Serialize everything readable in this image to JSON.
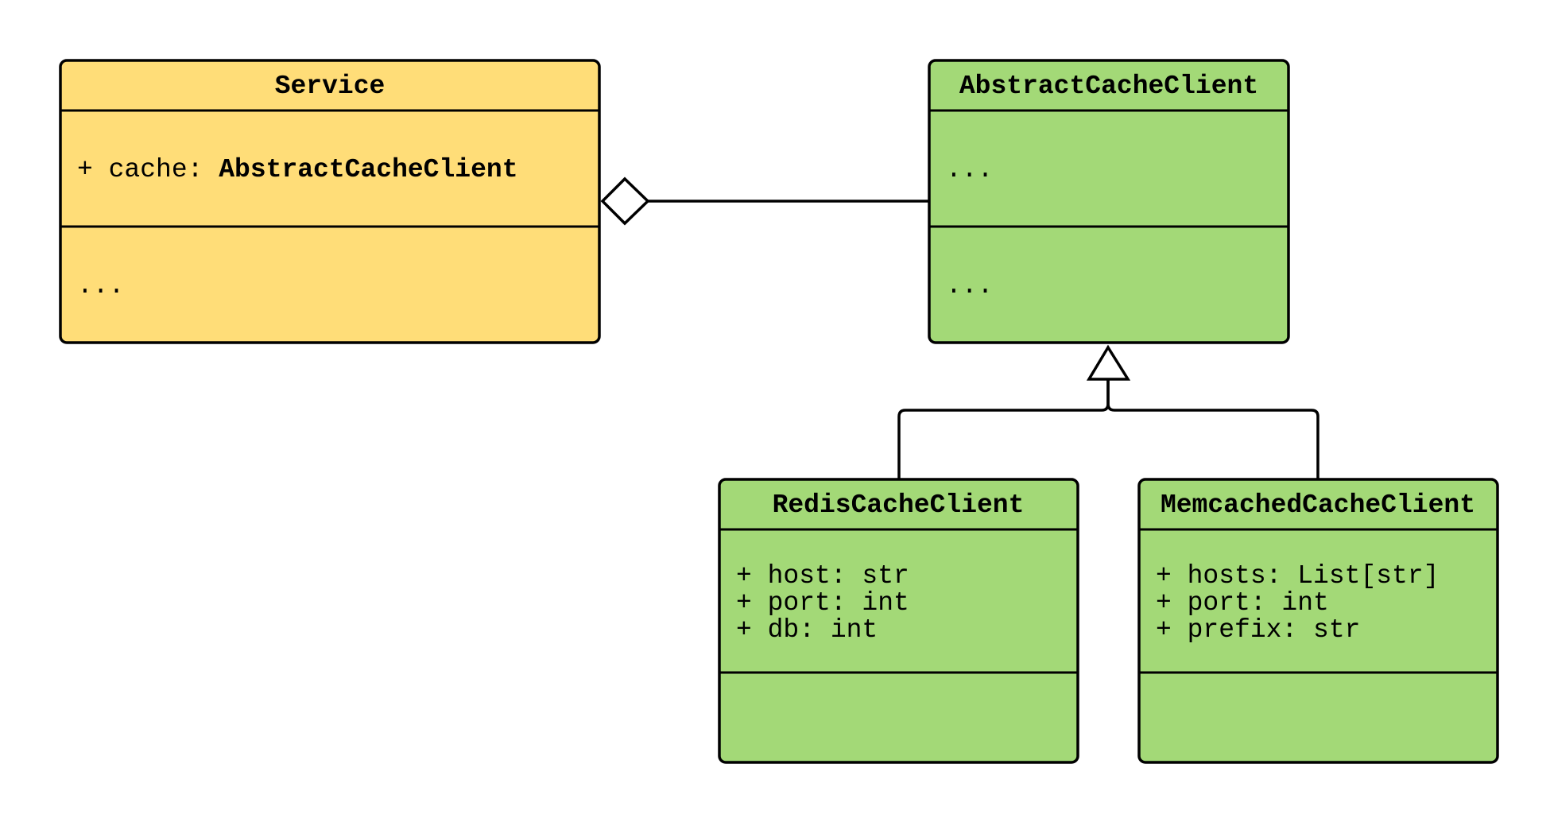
{
  "colors": {
    "abstract_class_fill": "#FFDD78",
    "class_fill": "#A3D977",
    "stroke": "#000000"
  },
  "classes": {
    "service": {
      "name": "Service",
      "attr_prefix": "+ cache: ",
      "attr_type": "AbstractCacheClient",
      "methods": "..."
    },
    "abstract": {
      "name": "AbstractCacheClient",
      "attributes": "...",
      "methods": "..."
    },
    "redis": {
      "name": "RedisCacheClient",
      "attributes": [
        "+ host: str",
        "+ port: int",
        "+ db: int"
      ]
    },
    "memcached": {
      "name": "MemcachedCacheClient",
      "attributes": [
        "+ hosts: List[str]",
        "+ port: int",
        "+ prefix: str"
      ]
    }
  },
  "relations": [
    {
      "type": "aggregation",
      "from": "Service",
      "to": "AbstractCacheClient"
    },
    {
      "type": "generalization",
      "from": "RedisCacheClient",
      "to": "AbstractCacheClient"
    },
    {
      "type": "generalization",
      "from": "MemcachedCacheClient",
      "to": "AbstractCacheClient"
    }
  ]
}
